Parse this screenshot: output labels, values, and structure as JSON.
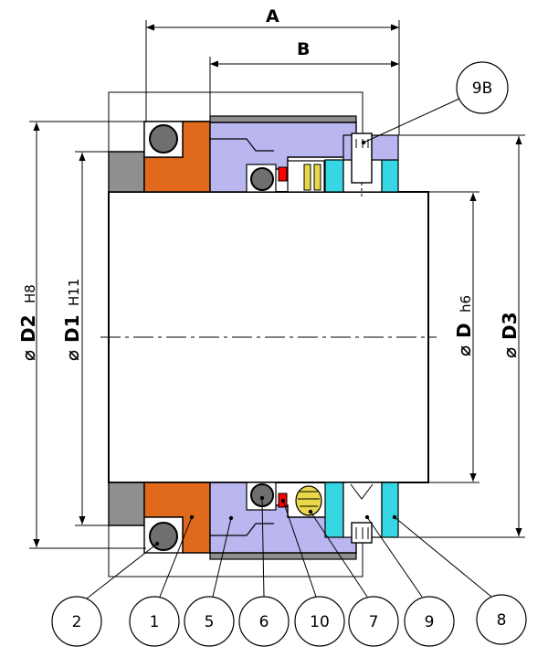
{
  "dimensions": {
    "A": "A",
    "B": "B",
    "D2": {
      "symbol": "⌀",
      "label": "D2",
      "tolerance": "H8"
    },
    "D1": {
      "symbol": "⌀",
      "label": "D1",
      "tolerance": "H11"
    },
    "D": {
      "symbol": "⌀",
      "label": "D",
      "tolerance": "h6"
    },
    "D3": {
      "symbol": "⌀",
      "label": "D3"
    }
  },
  "callouts": {
    "c9b": "9B",
    "c2": "2",
    "c1": "1",
    "c5": "5",
    "c6": "6",
    "c10": "10",
    "c7": "7",
    "c9": "9",
    "c8": "8"
  },
  "colors": {
    "seat": "#e0691c",
    "seal_face": "#b9b6f0",
    "housing": "#8f8f8f",
    "oring": "#6f6f6f",
    "spring": "#e8d84a",
    "red_ring": "#ff0000",
    "cyan_collar": "#37d6e3",
    "setscrew": "#ffffff"
  }
}
